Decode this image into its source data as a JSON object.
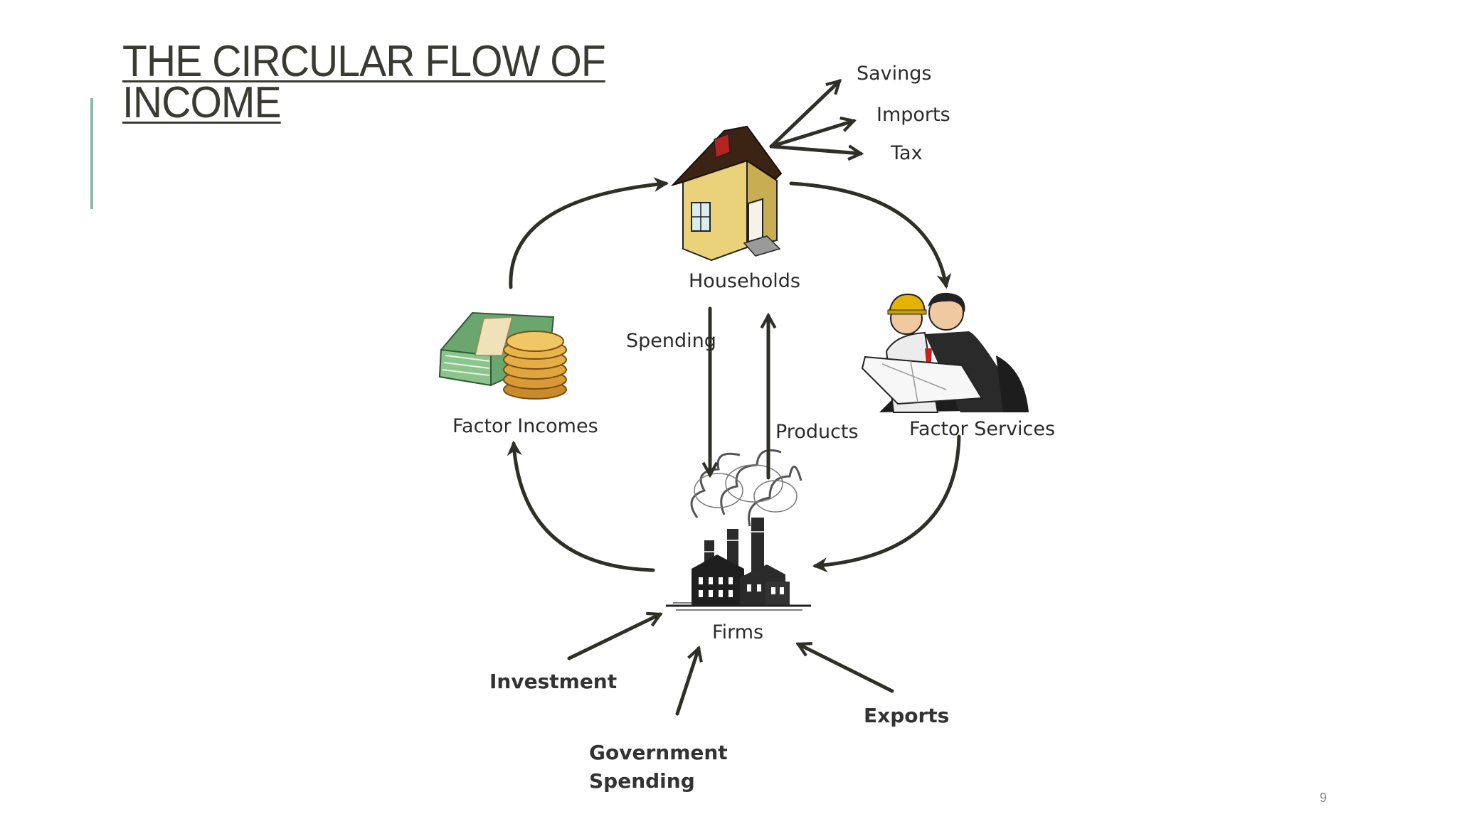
{
  "slide": {
    "title_line1": "THE CIRCULAR FLOW OF",
    "title_line2": "INCOME",
    "page_number": "9"
  },
  "diagram": {
    "nodes": {
      "households": "Households",
      "factor_incomes": "Factor Incomes",
      "factor_services": "Factor Services",
      "firms": "Firms"
    },
    "flows": {
      "spending": "Spending",
      "products": "Products"
    },
    "withdrawals": [
      "Savings",
      "Imports",
      "Tax"
    ],
    "injections": {
      "investment": "Investment",
      "government_line1": "Government",
      "government_line2": "Spending",
      "exports": "Exports"
    }
  },
  "colors": {
    "arrow": "#2f2f28",
    "title": "#3a3a33",
    "accent": "#8fb8a8"
  }
}
